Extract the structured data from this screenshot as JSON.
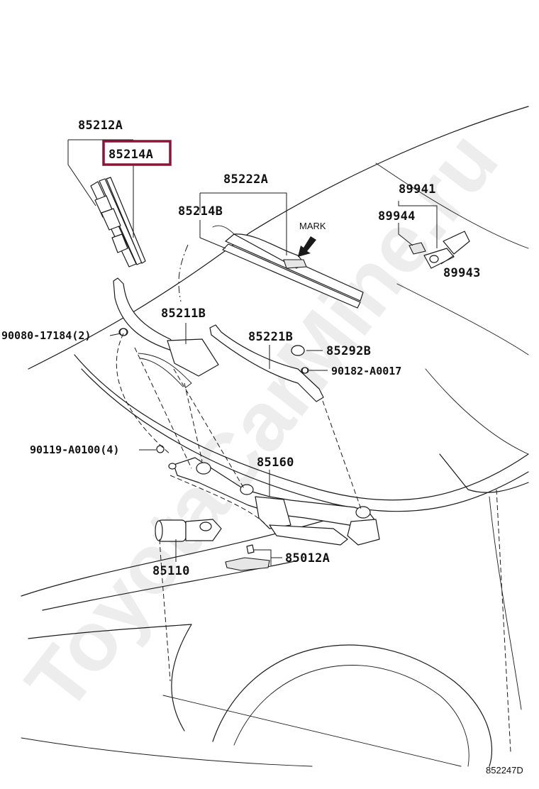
{
  "watermark": "ToyotaCarMine.ru",
  "diagram_code": "852247D",
  "highlight_color": "#8a1538",
  "mark_text": "MARK",
  "parts": {
    "p85212A": "85212A",
    "p85214A": "85214A",
    "p85222A": "85222A",
    "p85214B": "85214B",
    "p89941": "89941",
    "p89944": "89944",
    "p89943": "89943",
    "p85211B": "85211B",
    "p90080": "90080-17184(2)",
    "p85221B": "85221B",
    "p85292B": "85292B",
    "p90182": "90182-A0017",
    "p90119": "90119-A0100(4)",
    "p85160": "85160",
    "p85110": "85110",
    "p85012A": "85012A"
  }
}
